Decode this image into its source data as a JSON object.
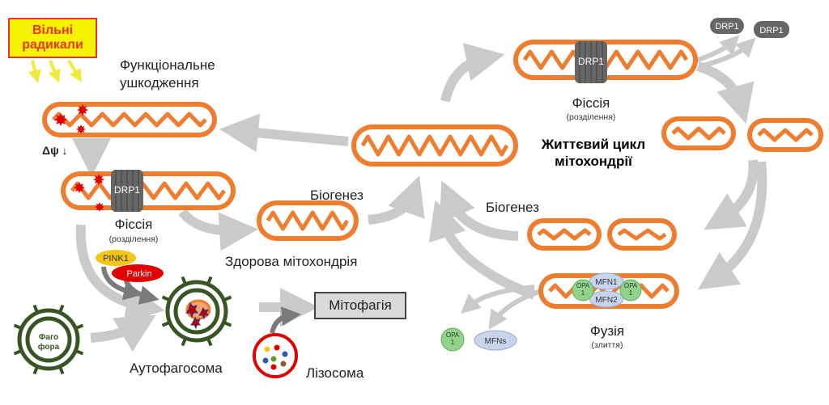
{
  "title": "Життєвий цикл мітохондрії",
  "labels": {
    "free_radicals": "Вільні радикали",
    "functional_damage": "Функціональне ушкодження",
    "delta_psi": "Δψ ↓",
    "fission": "Фіссія",
    "fission_sub": "(розділення)",
    "fusion": "Фузія",
    "fusion_sub": "(злиття)",
    "biogenesis": "Біогенез",
    "healthy": "Здорова мітохондрія",
    "autophagosome": "Аутофагосома",
    "lysosome": "Лізосома",
    "mitophagy": "Мітофагія",
    "phagophore": "Фаго фора"
  },
  "proteins": {
    "drp1": "DRP1",
    "pink1": "PINK1",
    "parkin": "Parkin",
    "mfn1": "MFN1",
    "mfn2": "MFN2",
    "opa1": "OPA 1",
    "mfns": "MFNs"
  },
  "colors": {
    "mito_fill": "#ee7d2f",
    "drp1": "#666666",
    "arrow": "#c8c8c8",
    "pink1": "#f5c518",
    "parkin": "#e00000",
    "phagophore": "#375623",
    "radical_fill": "#f7f200",
    "radical_border": "#e8342a",
    "star": "#e00000"
  }
}
